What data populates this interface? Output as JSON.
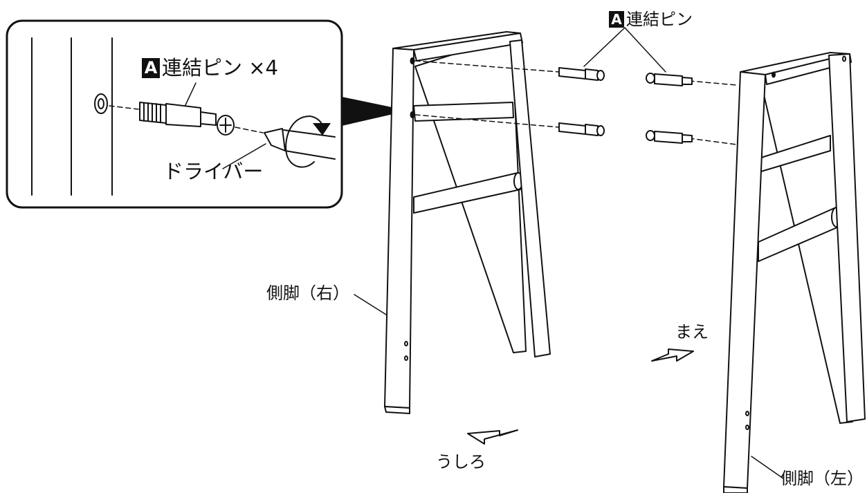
{
  "pin_badge": "A",
  "callout": {
    "pin_label": "連結ピン",
    "quantity": "×4",
    "driver_label": "ドライバー"
  },
  "pin_label_top": "連結ピン",
  "leg_right_label": "側脚（右）",
  "leg_left_label": "側脚（左）",
  "direction_front": "まえ",
  "direction_back": "うしろ"
}
